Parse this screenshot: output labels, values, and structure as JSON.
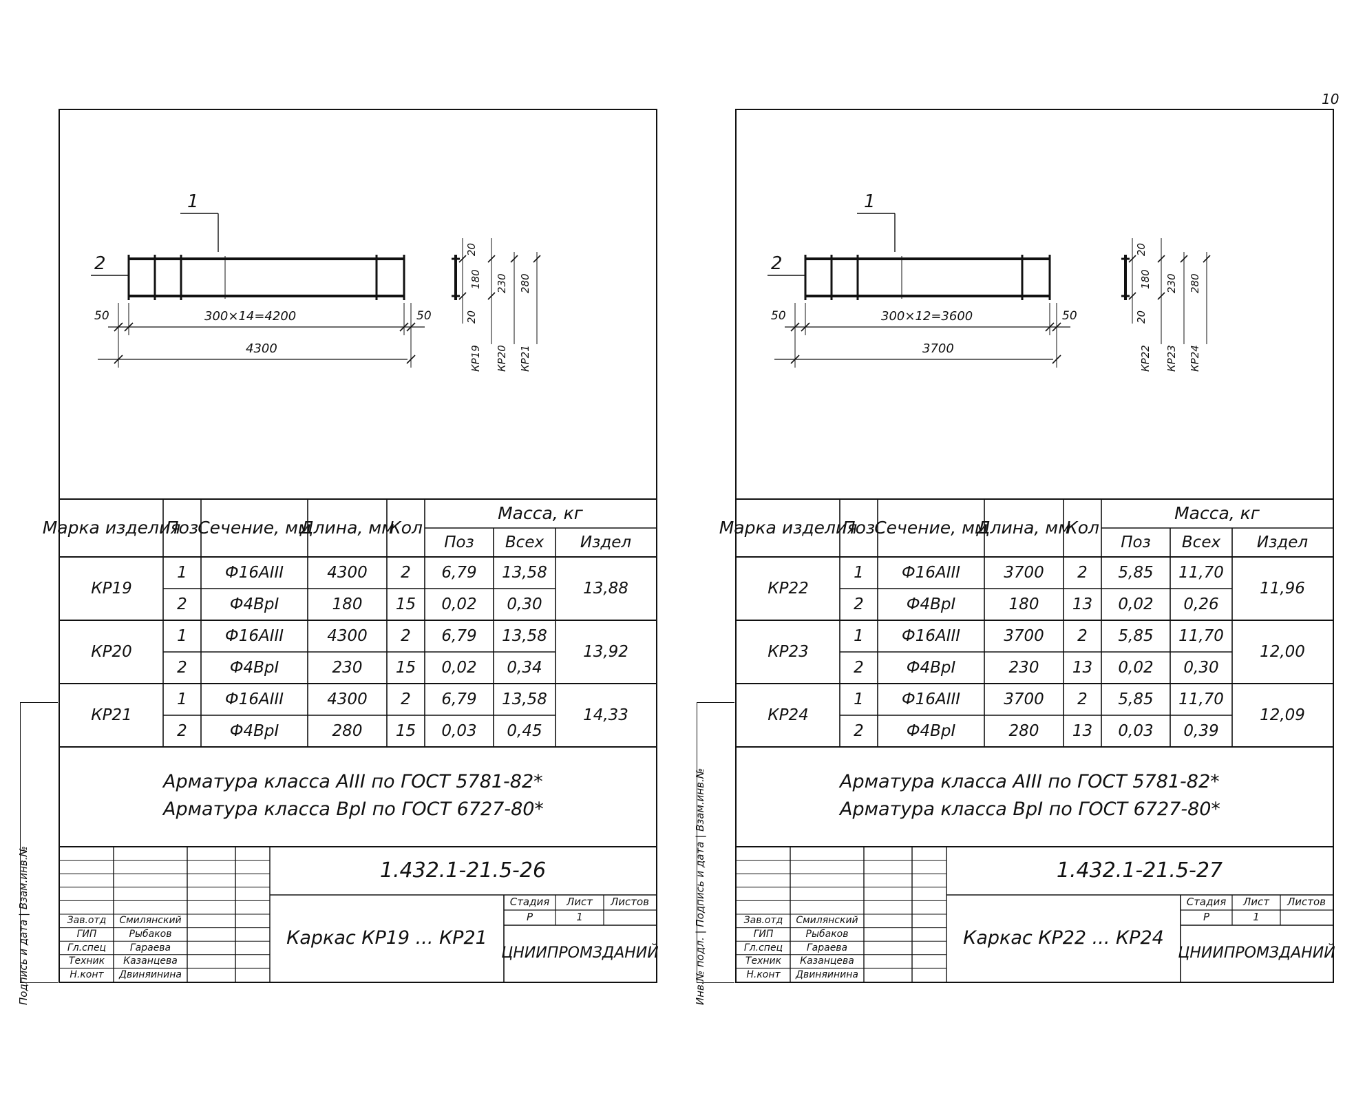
{
  "page_number": "10",
  "columns": {
    "mark": "Марка изделия",
    "pos": "Поз",
    "section": "Сечение, мм",
    "length": "Длина, мм",
    "qty": "Кол",
    "mass": "Масса, кг",
    "mass_pos": "Поз",
    "mass_all": "Всех",
    "mass_item": "Издел"
  },
  "stamp_labels": {
    "status": "Стадия",
    "sheet": "Лист",
    "sheets": "Листов",
    "status_value": "Р",
    "sheet_value": "1",
    "org": "ЦНИИПРОМЗДАНИЙ"
  },
  "left": {
    "drawing": {
      "callout_1": "1",
      "callout_2": "2",
      "dim_spacing": "300×14=4200",
      "dim_total": "4300",
      "dim_left": "50",
      "dim_right": "50",
      "sec_top": "20",
      "sec_mid": "180",
      "sec_bot": "20",
      "h1": "230",
      "h2": "280",
      "k1": "КР19",
      "k2": "КР20",
      "k3": "КР21"
    },
    "rows": [
      {
        "mark": "КР19",
        "item_mass": "13,88",
        "lines": [
          {
            "pos": "1",
            "section": "Ф16АIII",
            "length": "4300",
            "qty": "2",
            "m_pos": "6,79",
            "m_all": "13,58"
          },
          {
            "pos": "2",
            "section": "Ф4ВрI",
            "length": "180",
            "qty": "15",
            "m_pos": "0,02",
            "m_all": "0,30"
          }
        ]
      },
      {
        "mark": "КР20",
        "item_mass": "13,92",
        "lines": [
          {
            "pos": "1",
            "section": "Ф16АIII",
            "length": "4300",
            "qty": "2",
            "m_pos": "6,79",
            "m_all": "13,58"
          },
          {
            "pos": "2",
            "section": "Ф4ВрI",
            "length": "230",
            "qty": "15",
            "m_pos": "0,02",
            "m_all": "0,34"
          }
        ]
      },
      {
        "mark": "КР21",
        "item_mass": "14,33",
        "lines": [
          {
            "pos": "1",
            "section": "Ф16АIII",
            "length": "4300",
            "qty": "2",
            "m_pos": "6,79",
            "m_all": "13,58"
          },
          {
            "pos": "2",
            "section": "Ф4ВрI",
            "length": "280",
            "qty": "15",
            "m_pos": "0,03",
            "m_all": "0,45"
          }
        ]
      }
    ],
    "note1": "Арматура класса АIII по ГОСТ 5781-82*",
    "note2": "Арматура класса ВрI по ГОСТ 6727-80*",
    "doc_code": "1.432.1-21.5-26",
    "title": "Каркас КР19 ... КР21",
    "signers": [
      {
        "role": "Зав.отд",
        "name": "Смилянский"
      },
      {
        "role": "ГИП",
        "name": "Рыбаков"
      },
      {
        "role": "Гл.спец",
        "name": "Гараева"
      },
      {
        "role": "Техник",
        "name": "Казанцева"
      },
      {
        "role": "Н.конт",
        "name": "Двиняинина"
      }
    ],
    "side_stamp": "Подпись и дата | Взам.инв.№"
  },
  "right": {
    "drawing": {
      "callout_1": "1",
      "callout_2": "2",
      "dim_spacing": "300×12=3600",
      "dim_total": "3700",
      "dim_left": "50",
      "dim_right": "50",
      "sec_top": "20",
      "sec_mid": "180",
      "sec_bot": "20",
      "h1": "230",
      "h2": "280",
      "k1": "КР22",
      "k2": "КР23",
      "k3": "КР24"
    },
    "rows": [
      {
        "mark": "КР22",
        "item_mass": "11,96",
        "lines": [
          {
            "pos": "1",
            "section": "Ф16АIII",
            "length": "3700",
            "qty": "2",
            "m_pos": "5,85",
            "m_all": "11,70"
          },
          {
            "pos": "2",
            "section": "Ф4ВрI",
            "length": "180",
            "qty": "13",
            "m_pos": "0,02",
            "m_all": "0,26"
          }
        ]
      },
      {
        "mark": "КР23",
        "item_mass": "12,00",
        "lines": [
          {
            "pos": "1",
            "section": "Ф16АIII",
            "length": "3700",
            "qty": "2",
            "m_pos": "5,85",
            "m_all": "11,70"
          },
          {
            "pos": "2",
            "section": "Ф4ВрI",
            "length": "230",
            "qty": "13",
            "m_pos": "0,02",
            "m_all": "0,30"
          }
        ]
      },
      {
        "mark": "КР24",
        "item_mass": "12,09",
        "lines": [
          {
            "pos": "1",
            "section": "Ф16АIII",
            "length": "3700",
            "qty": "2",
            "m_pos": "5,85",
            "m_all": "11,70"
          },
          {
            "pos": "2",
            "section": "Ф4ВрI",
            "length": "280",
            "qty": "13",
            "m_pos": "0,03",
            "m_all": "0,39"
          }
        ]
      }
    ],
    "note1": "Арматура класса АIII по ГОСТ 5781-82*",
    "note2": "Арматура класса ВрI по ГОСТ 6727-80*",
    "doc_code": "1.432.1-21.5-27",
    "title": "Каркас КР22 ... КР24",
    "signers": [
      {
        "role": "Зав.отд",
        "name": "Смилянский"
      },
      {
        "role": "ГИП",
        "name": "Рыбаков"
      },
      {
        "role": "Гл.спец",
        "name": "Гараева"
      },
      {
        "role": "Техник",
        "name": "Казанцева"
      },
      {
        "role": "Н.конт",
        "name": "Двиняинина"
      }
    ],
    "side_stamp": "Инв.№ подл. | Подпись и дата | Взам.инв.№"
  }
}
